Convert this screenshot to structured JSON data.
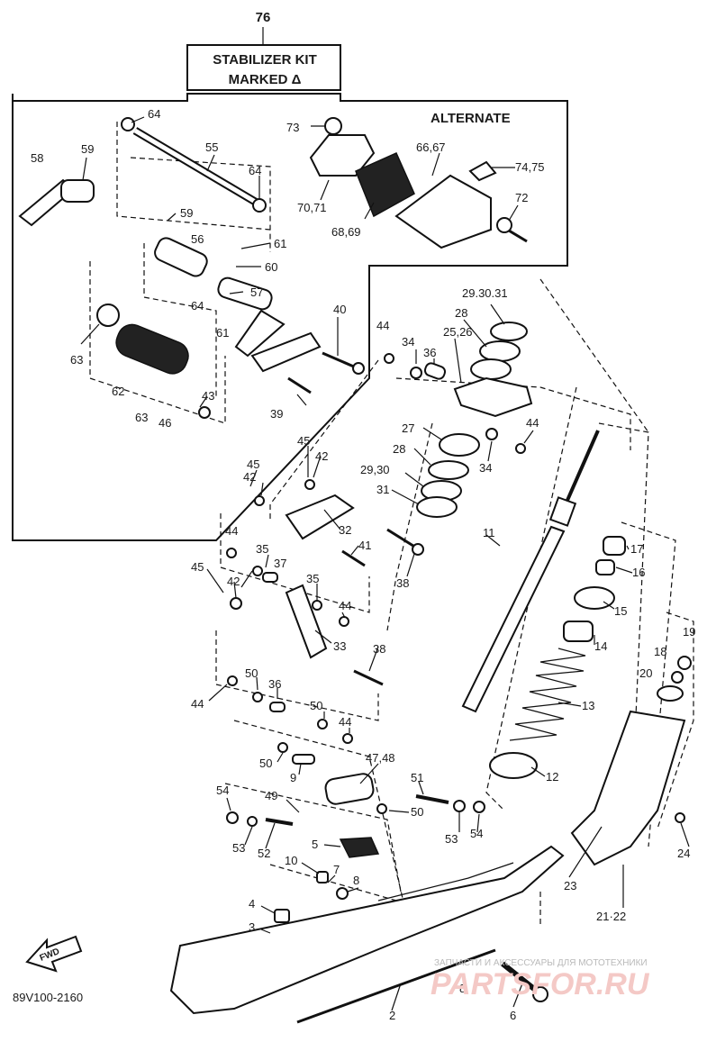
{
  "header": {
    "kit_number": "76",
    "kit_line1": "STABILIZER KIT",
    "kit_line2": "MARKED Δ",
    "alternate": "ALTERNATE"
  },
  "labels": {
    "p64a": "64",
    "p59a": "59",
    "p58": "58",
    "p55": "55",
    "p64b": "64",
    "p73": "73",
    "p6667": "66,67",
    "p7475": "74,75",
    "p7071": "70,71",
    "p72": "72",
    "p6869": "68,69",
    "p59b": "59",
    "p56": "56",
    "p61a": "61",
    "p60": "60",
    "p57": "57",
    "p64c": "64",
    "p40": "40",
    "p61b": "61",
    "p63a": "63",
    "p62": "62",
    "p43": "43",
    "p63b": "63",
    "p46": "46",
    "p39": "39",
    "p293031a": "29.30.31",
    "p28a": "28",
    "p2526": "25,26",
    "p44a": "44",
    "p34a": "34",
    "p36a": "36",
    "p44b": "44",
    "p27": "27",
    "p28b": "28",
    "p34b": "34",
    "p2930": "29,30",
    "p31": "31",
    "p45a": "45",
    "p42a": "42",
    "p45b": "45",
    "p42b": "42",
    "p32": "32",
    "p11": "11",
    "p44c": "44",
    "p35a": "35",
    "p37": "37",
    "p41": "41",
    "p38a": "38",
    "p17": "17",
    "p16": "16",
    "p45c": "45",
    "p42c": "42",
    "p35b": "35",
    "p44d": "44",
    "p15": "15",
    "p33": "33",
    "p14": "14",
    "p38b": "38",
    "p19": "19",
    "p18": "18",
    "p20": "20",
    "p50a": "50",
    "p36b": "36",
    "p44e": "44",
    "p13": "13",
    "p50b": "50",
    "p44f": "44",
    "p4748": "47,48",
    "p50c": "50",
    "p9": "9",
    "p12": "12",
    "p51": "51",
    "p54a": "54",
    "p49": "49",
    "p50d": "50",
    "p53a": "53",
    "p52": "52",
    "p53b": "53",
    "p54b": "54",
    "p5": "5",
    "p24": "24",
    "p10": "10",
    "p7": "7",
    "p8a": "8",
    "p23": "23",
    "p4": "4",
    "p2122": "21·22",
    "p3": "3",
    "p8b": "8",
    "p2": "2",
    "p6": "6"
  },
  "fwd": "FWD",
  "code": "89V100-2160",
  "watermark": {
    "line1": "ЗАПЧАСТИ И АКСЕССУАРЫ ДЛЯ МОТОТЕХНИКИ",
    "line2": "PARTSFOR.RU"
  }
}
